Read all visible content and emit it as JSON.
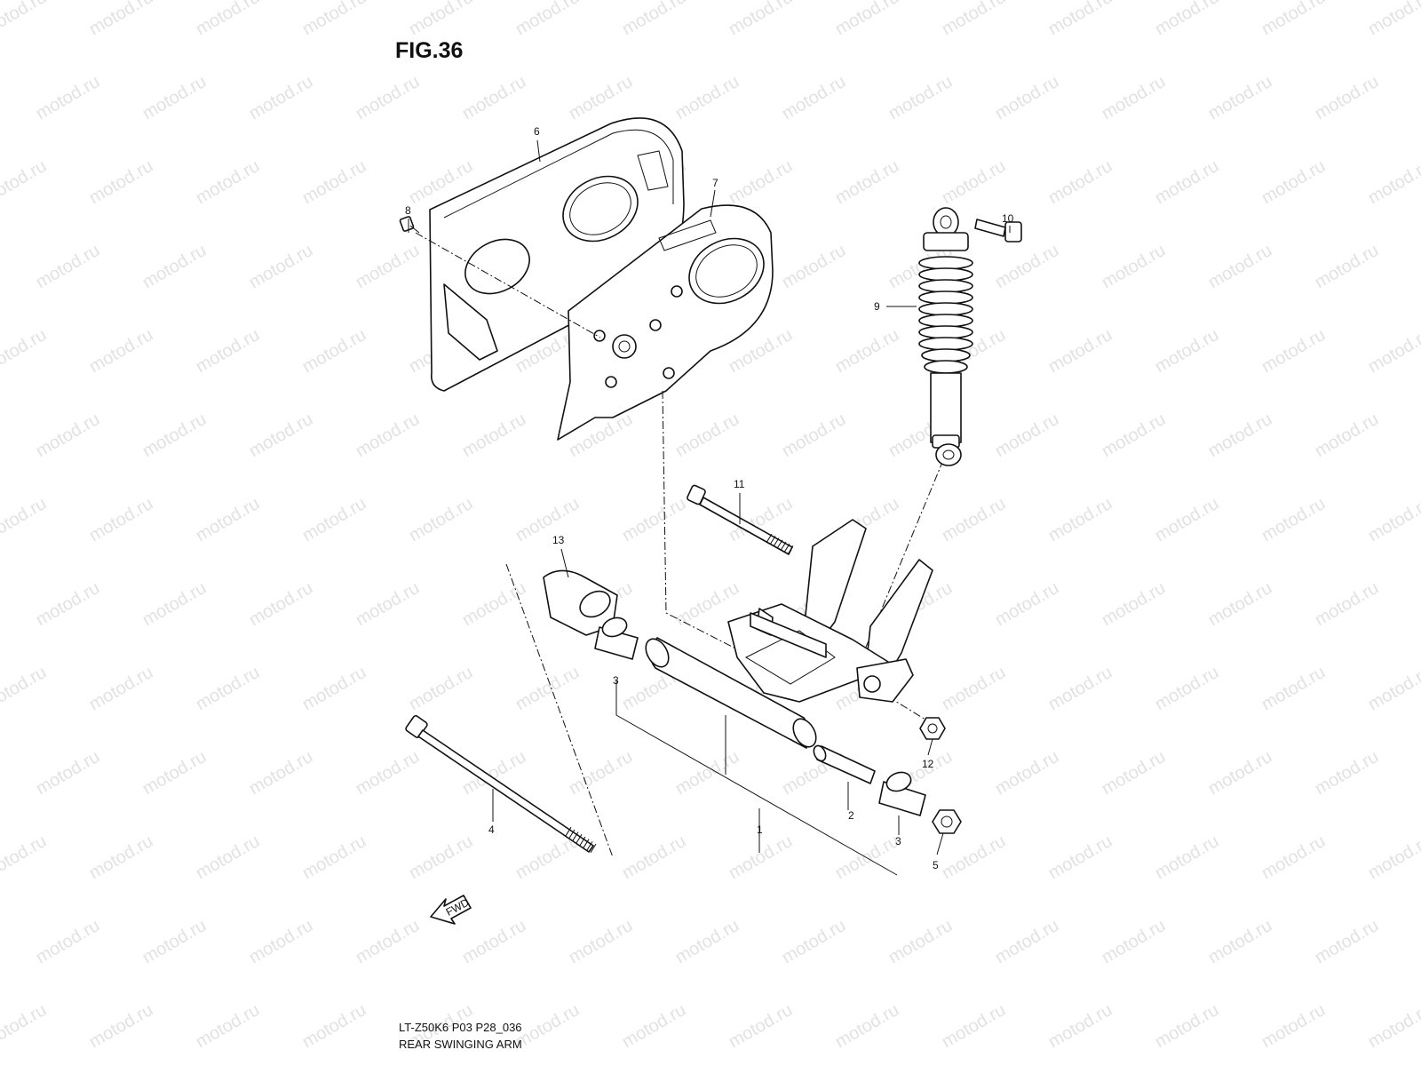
{
  "figure": {
    "title": "FIG.36"
  },
  "caption": {
    "model": "LT-Z50K6 P03 P28_036",
    "name": "REAR SWINGING ARM"
  },
  "watermark": {
    "text": "motod.ru"
  },
  "fwd_arrow": {
    "label": "FWD"
  },
  "callouts": [
    {
      "id": "c1",
      "text": "1"
    },
    {
      "id": "c2",
      "text": "2"
    },
    {
      "id": "c3a",
      "text": "3"
    },
    {
      "id": "c3b",
      "text": "3"
    },
    {
      "id": "c4",
      "text": "4"
    },
    {
      "id": "c5",
      "text": "5"
    },
    {
      "id": "c6",
      "text": "6"
    },
    {
      "id": "c7",
      "text": "7"
    },
    {
      "id": "c8",
      "text": "8"
    },
    {
      "id": "c9",
      "text": "9"
    },
    {
      "id": "c10",
      "text": "10"
    },
    {
      "id": "c11",
      "text": "11"
    },
    {
      "id": "c12",
      "text": "12"
    },
    {
      "id": "c13",
      "text": "13"
    }
  ]
}
